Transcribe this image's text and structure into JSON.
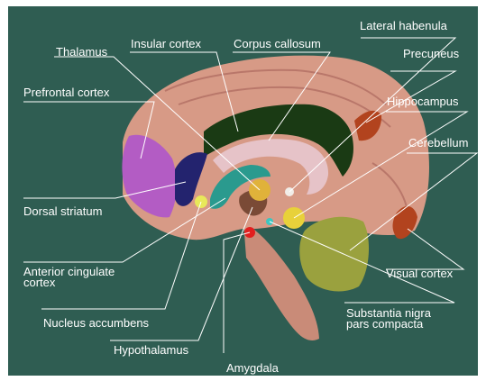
{
  "colors": {
    "background": "#2f5d52",
    "frame": "#ffffff",
    "label_text": "#ffffff",
    "leader_line": "#ffffff",
    "cortex": "#d79a86",
    "prefrontal_cortex": "#b35cc4",
    "insular_cortex": "#1a3a14",
    "corpus_callosum": "#e6c3c8",
    "thalamus": "#e0b23a",
    "dorsal_striatum": "#23236e",
    "anterior_cingulate": "#e4b23f",
    "nucleus_accumbens": "#e8e85a",
    "hypothalamus": "#7a4a36",
    "amygdala": "#e21e1e",
    "hippocampus": "#e8d13a",
    "substantia_nigra": "#3ec6c0",
    "lateral_habenula": "#f1ede8",
    "precuneus": "#b2431e",
    "cerebellum": "#9aa13e",
    "visual_cortex": "#b2431e",
    "brainstem": "#c98b78"
  },
  "labels": {
    "thalamus": "Thalamus",
    "insular_cortex": "Insular cortex",
    "corpus_callosum": "Corpus callosum",
    "lateral_habenula": "Lateral habenula",
    "precuneus": "Precuneus",
    "prefrontal_cortex": "Prefrontal cortex",
    "hippocampus": "Hippocampus",
    "cerebellum": "Cerebellum",
    "dorsal_striatum": "Dorsal striatum",
    "anterior_cingulate_line1": "Anterior cingulate",
    "anterior_cingulate_line2": "cortex",
    "visual_cortex": "Visual cortex",
    "nucleus_accumbens": "Nucleus accumbens",
    "substantia_nigra_line1": "Substantia nigra",
    "substantia_nigra_line2": "pars compacta",
    "hypothalamus": "Hypothalamus",
    "amygdala": "Amygdala"
  }
}
